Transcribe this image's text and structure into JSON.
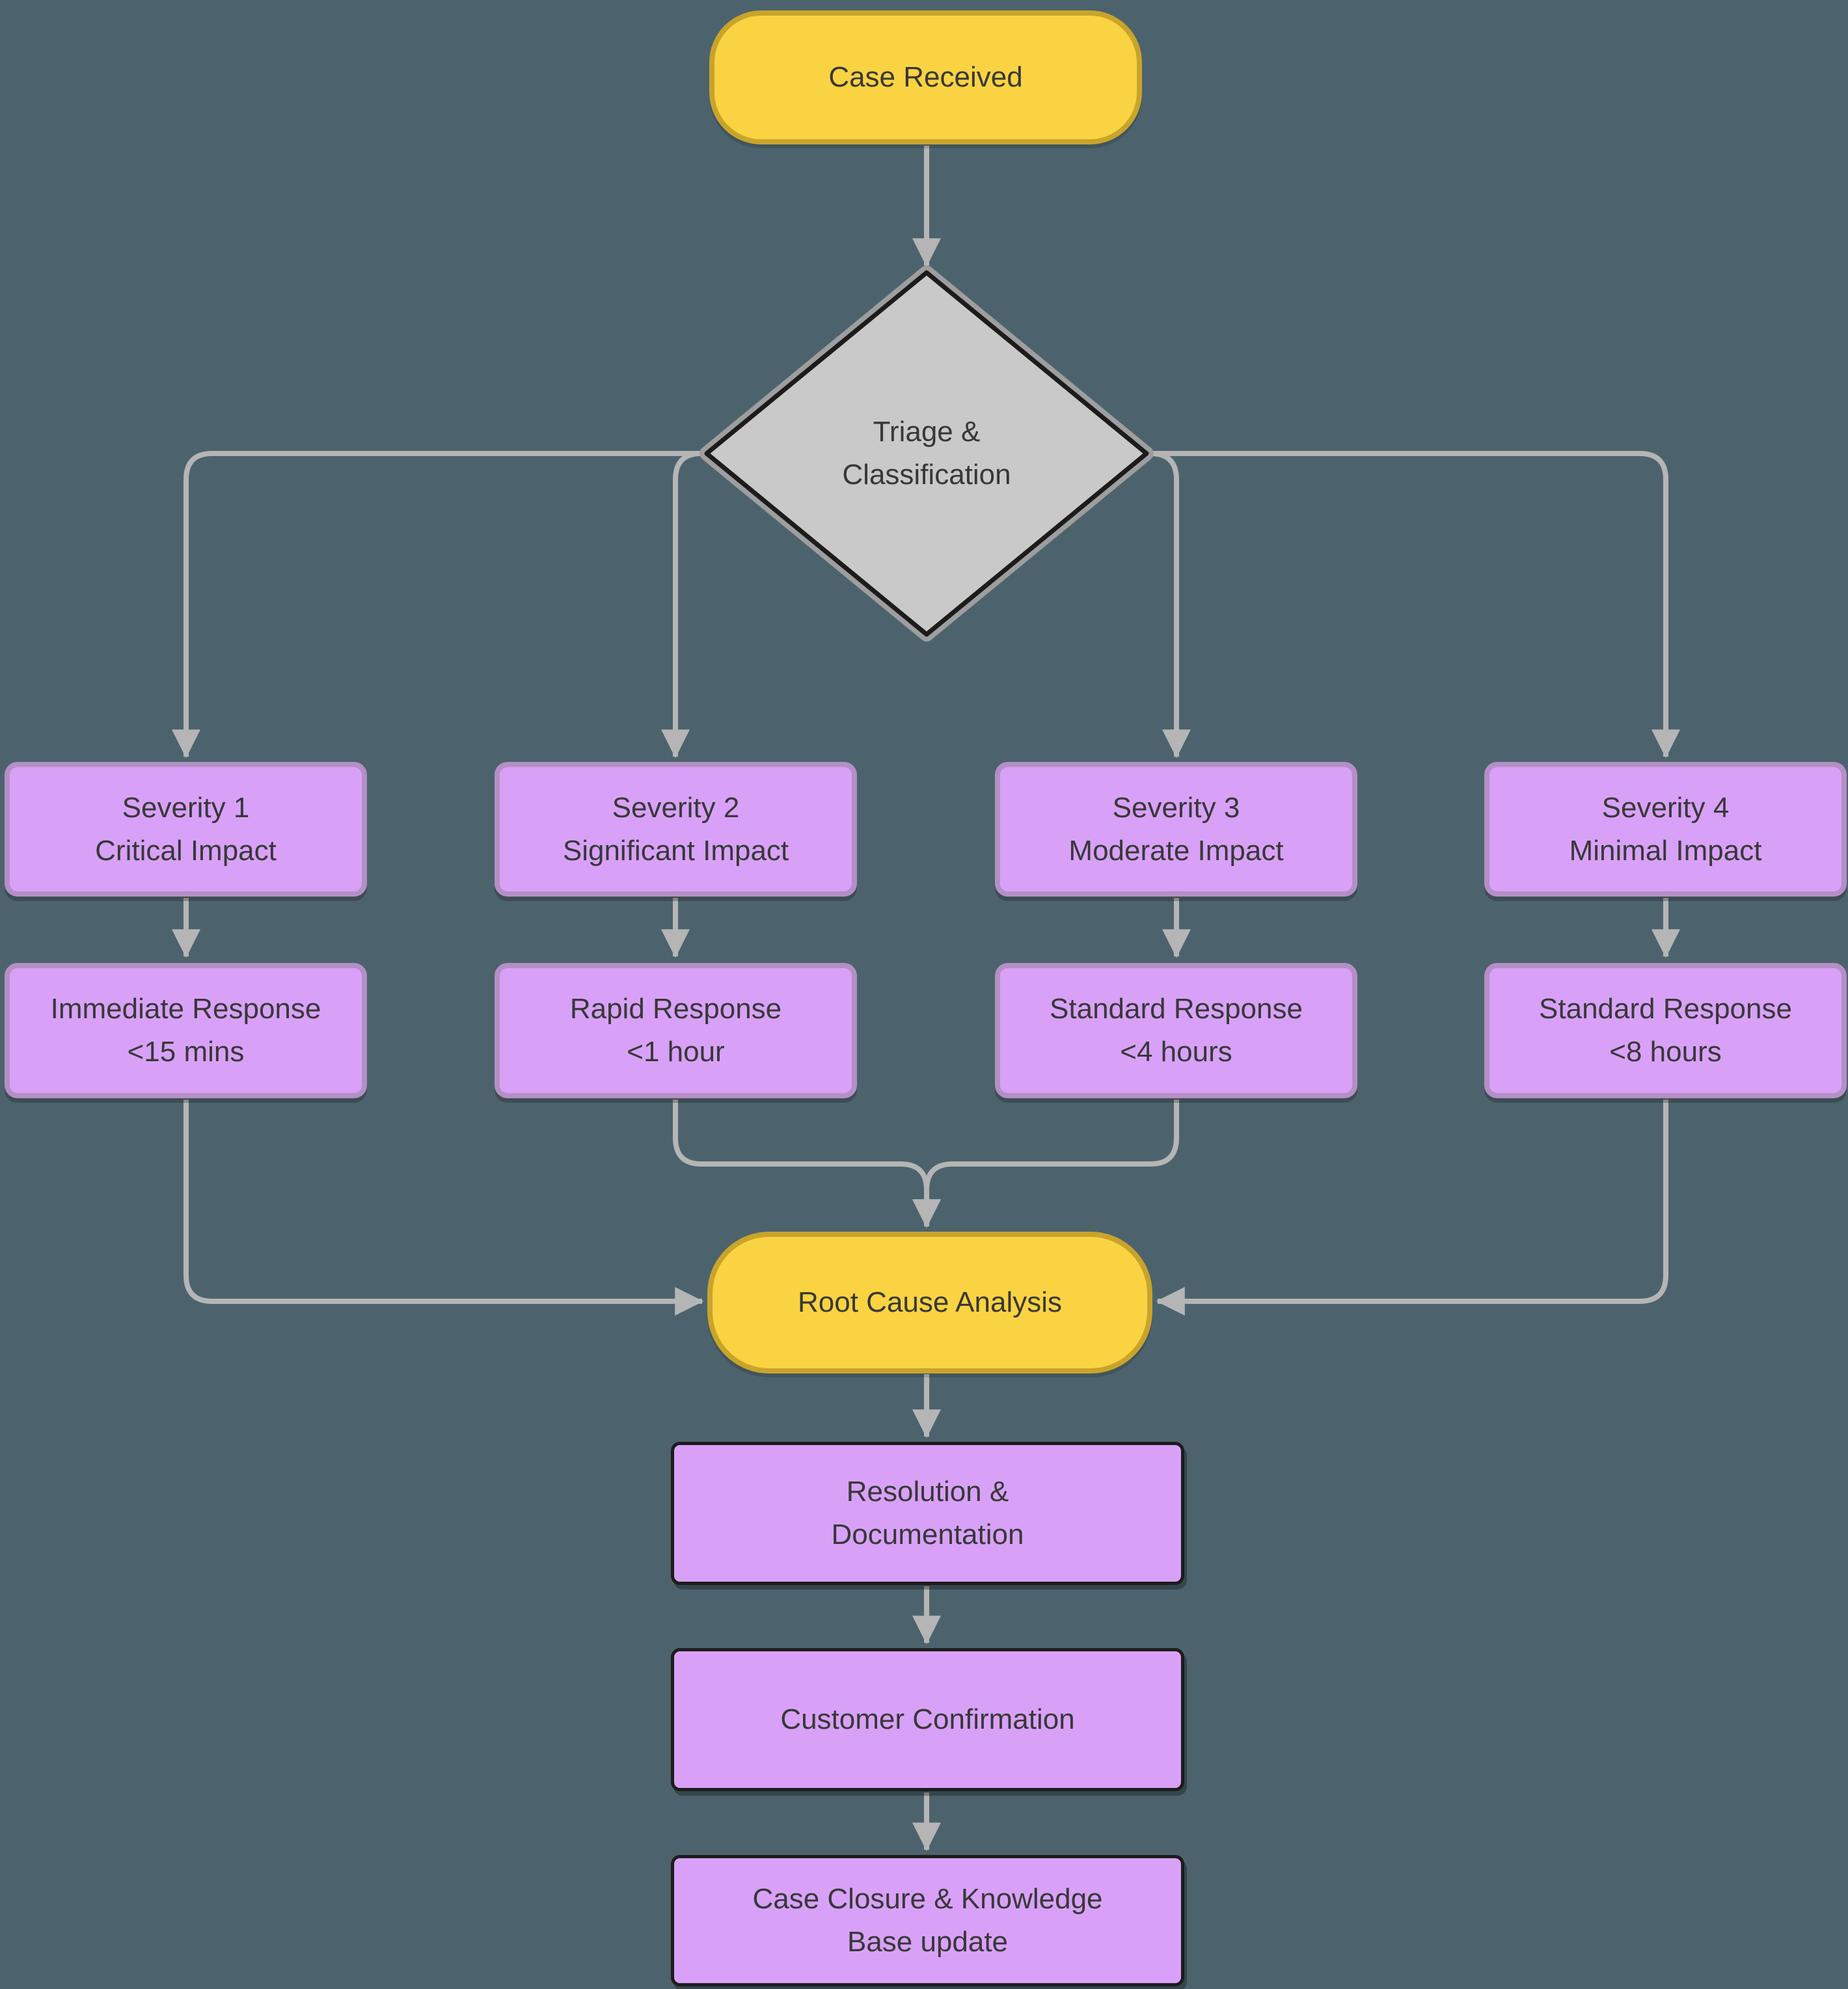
{
  "palette": {
    "background": "#4C636D",
    "line": "#B5B5B5",
    "text": "#383838",
    "yellow_fill": "#F9D342",
    "yellow_border": "#C9A42B",
    "purple_fill": "#D8A1F7",
    "purple_border": "#B48FC6",
    "gray_fill": "#C9C9C9",
    "dark_border": "#1C1C1C",
    "halo": "#9E9E9E"
  },
  "flowchart": {
    "start": {
      "label": "Case Received"
    },
    "decision": {
      "label": "Triage &\nClassification"
    },
    "severity_row": [
      {
        "label": "Severity 1\nCritical Impact"
      },
      {
        "label": "Severity 2\nSignificant Impact"
      },
      {
        "label": "Severity 3\nModerate Impact"
      },
      {
        "label": "Severity 4\nMinimal Impact"
      }
    ],
    "response_row": [
      {
        "label": "Immediate Response\n<15 mins"
      },
      {
        "label": "Rapid Response\n<1 hour"
      },
      {
        "label": "Standard Response\n<4 hours"
      },
      {
        "label": "Standard Response\n<8 hours"
      }
    ],
    "root_cause": {
      "label": "Root Cause Analysis"
    },
    "resolution": {
      "label": "Resolution &\nDocumentation"
    },
    "customer_confirmation": {
      "label": "Customer Confirmation"
    },
    "case_closure": {
      "label": "Case Closure & Knowledge\nBase update"
    }
  }
}
